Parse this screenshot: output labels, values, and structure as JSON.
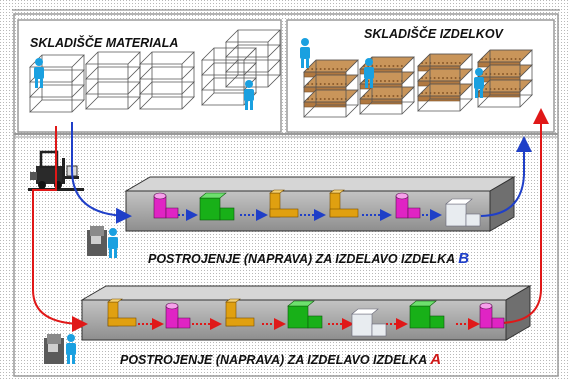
{
  "storage": {
    "materials_title": "SKLADIŠČE MATERIALA",
    "products_title": "SKLADIŠČE IZDELKOV"
  },
  "lines": {
    "line_b": {
      "label": "POSTROJENJE (NAPRAVA) ZA IZDELAVO IZDELKA",
      "tag": "B"
    },
    "line_a": {
      "label": "POSTROJENJE (NAPRAVA) ZA IZDELAVO IZDELKA",
      "tag": "A"
    }
  },
  "colors": {
    "flow_b": "#1f3fc8",
    "flow_a": "#e01818",
    "line_box": "#a9a9a9",
    "panel_border": "#9a9a9a",
    "part_magenta": "#e024c4",
    "part_green": "#18b018",
    "part_orange": "#e0a010",
    "part_white": "#e8ecf0",
    "box_brown": "#c9955a",
    "worker": "#1aa0e0"
  },
  "icons": [
    "shelf-rack-icon",
    "worker-icon",
    "forklift-icon",
    "machine-icon",
    "box-icon",
    "part-icon"
  ]
}
